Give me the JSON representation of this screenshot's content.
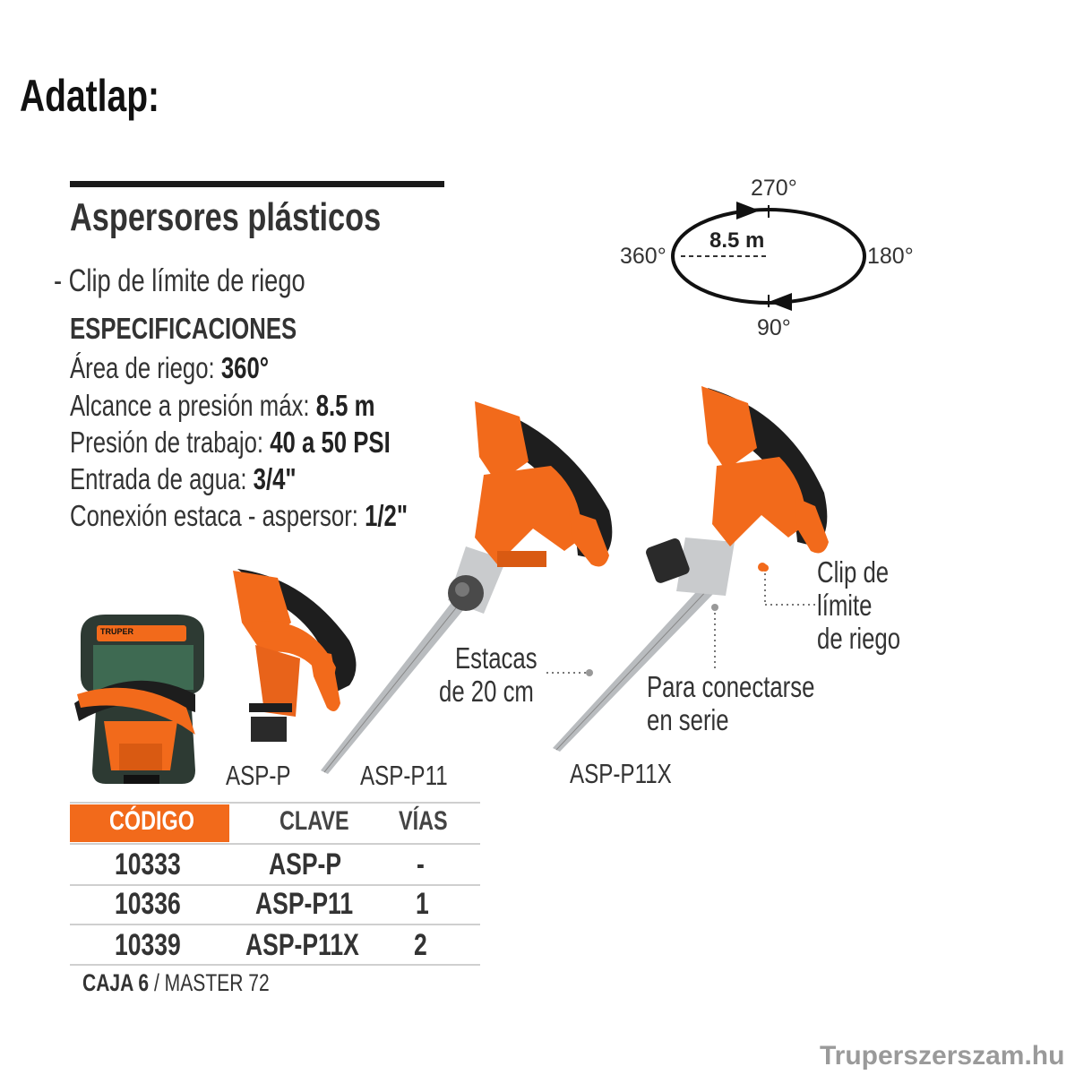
{
  "header": "Adatlap:",
  "product_title": "Aspersores plásticos",
  "feature": "- Clip de límite de riego",
  "specs_heading": "ESPECIFICACIONES",
  "specs": [
    {
      "label": "Área de riego: ",
      "value": "360°"
    },
    {
      "label": "Alcance a presión máx: ",
      "value": "8.5 m"
    },
    {
      "label": "Presión de trabajo: ",
      "value": "40 a 50 PSI"
    },
    {
      "label": "Entrada de agua: ",
      "value": "3/4\""
    },
    {
      "label": "Conexión estaca - aspersor: ",
      "value": "1/2\""
    }
  ],
  "diagram": {
    "top": "270°",
    "left": "360°",
    "right": "180°",
    "bottom": "90°",
    "radius": "8.5 m"
  },
  "callouts": {
    "stakes": [
      "Estacas",
      "de 20 cm"
    ],
    "series": [
      "Para conectarse",
      "en serie"
    ],
    "clip": [
      "Clip de",
      "límite",
      "de riego"
    ]
  },
  "model_labels": [
    "ASP-P",
    "ASP-P11",
    "ASP-P11X"
  ],
  "table": {
    "headers": [
      "CÓDIGO",
      "CLAVE",
      "VÍAS"
    ],
    "rows": [
      [
        "10333",
        "ASP-P",
        "-"
      ],
      [
        "10336",
        "ASP-P11",
        "1"
      ],
      [
        "10339",
        "ASP-P11X",
        "2"
      ]
    ]
  },
  "packaging": {
    "caja_label": "CAJA 6",
    "master_label": " / MASTER 72"
  },
  "package_brand": "TRUPER",
  "watermark": "Truperszerszam.hu",
  "colors": {
    "accent": "#f26a1b",
    "dark": "#1f1f1f",
    "metal": "#b9bcbf"
  }
}
